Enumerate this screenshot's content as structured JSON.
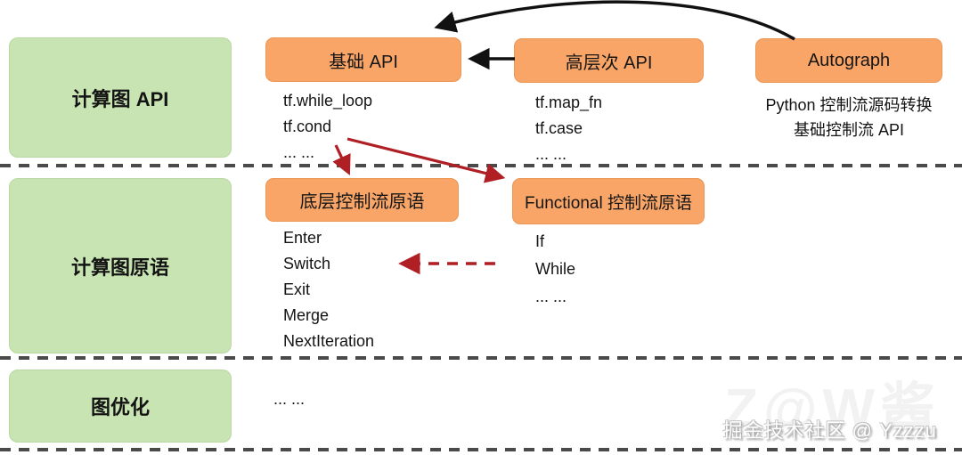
{
  "diagram": {
    "layers": [
      {
        "label": "计算图 API"
      },
      {
        "label": "计算图原语"
      },
      {
        "label": "图优化"
      }
    ],
    "nodes": {
      "basic_api": {
        "title": "基础 API",
        "items": [
          "tf.while_loop",
          "tf.cond",
          "... ..."
        ]
      },
      "high_level_api": {
        "title": "高层次 API",
        "items": [
          "tf.map_fn",
          "tf.case",
          "... ..."
        ]
      },
      "autograph": {
        "title": "Autograph",
        "desc_lines": [
          "Python 控制流源码转换",
          "基础控制流 API"
        ]
      },
      "low_level_primitives": {
        "title": "底层控制流原语",
        "items": [
          "Enter",
          "Switch",
          "Exit",
          "Merge",
          "NextIteration"
        ]
      },
      "functional_primitives": {
        "title": "Functional 控制流原语",
        "items": [
          "If",
          "While",
          "... ..."
        ]
      },
      "graph_optimization_content": "... ..."
    },
    "watermark": {
      "text": "掘金技术社区 @ Yzzzu",
      "ghost": "Z@W酱"
    },
    "colors": {
      "node_orange": "#f8a567",
      "layer_green": "#c9e4b3",
      "arrow_black": "#111111",
      "arrow_red": "#b01f24",
      "separator_gray": "#4a4a4a"
    }
  }
}
